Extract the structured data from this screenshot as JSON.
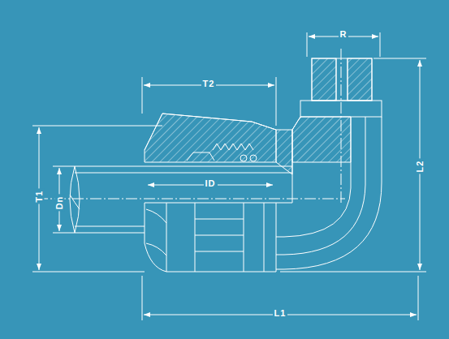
{
  "diagram": {
    "labels": [
      "R",
      "T2",
      "L2",
      "T1",
      "Dn",
      "ID",
      "L1"
    ]
  }
}
